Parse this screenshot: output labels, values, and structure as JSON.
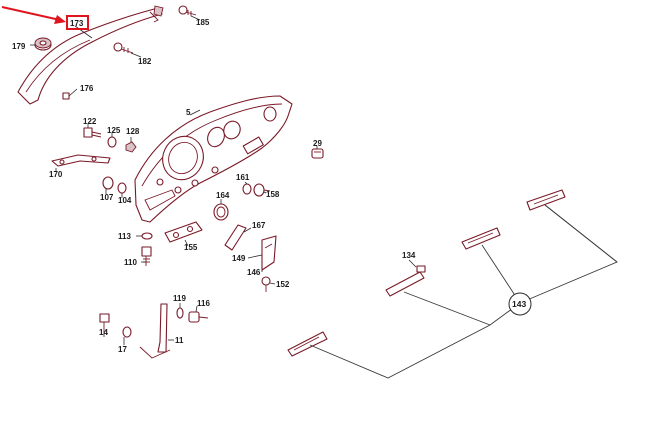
{
  "highlight": {
    "label": "173",
    "color": "#e0141e"
  },
  "colors": {
    "line_art": "#7a1a28",
    "text": "#1a1a1a",
    "highlight": "#e0141e"
  },
  "callouts": [
    {
      "id": "c173",
      "label": "173"
    },
    {
      "id": "c185",
      "label": "185"
    },
    {
      "id": "c179",
      "label": "179"
    },
    {
      "id": "c182",
      "label": "182"
    },
    {
      "id": "c176",
      "label": "176"
    },
    {
      "id": "c5",
      "label": "5"
    },
    {
      "id": "c122",
      "label": "122"
    },
    {
      "id": "c125",
      "label": "125"
    },
    {
      "id": "c128",
      "label": "128"
    },
    {
      "id": "c29",
      "label": "29"
    },
    {
      "id": "c170",
      "label": "170"
    },
    {
      "id": "c161",
      "label": "161"
    },
    {
      "id": "c158",
      "label": "158"
    },
    {
      "id": "c107",
      "label": "107"
    },
    {
      "id": "c104",
      "label": "104"
    },
    {
      "id": "c164",
      "label": "164"
    },
    {
      "id": "c167",
      "label": "167"
    },
    {
      "id": "c113",
      "label": "113"
    },
    {
      "id": "c155",
      "label": "155"
    },
    {
      "id": "c110",
      "label": "110"
    },
    {
      "id": "c149",
      "label": "149"
    },
    {
      "id": "c146",
      "label": "146"
    },
    {
      "id": "c152",
      "label": "152"
    },
    {
      "id": "c134",
      "label": "134"
    },
    {
      "id": "c143",
      "label": "143"
    },
    {
      "id": "c119",
      "label": "119"
    },
    {
      "id": "c116",
      "label": "116"
    },
    {
      "id": "c14",
      "label": "14"
    },
    {
      "id": "c17",
      "label": "17"
    },
    {
      "id": "c11",
      "label": "11"
    }
  ]
}
